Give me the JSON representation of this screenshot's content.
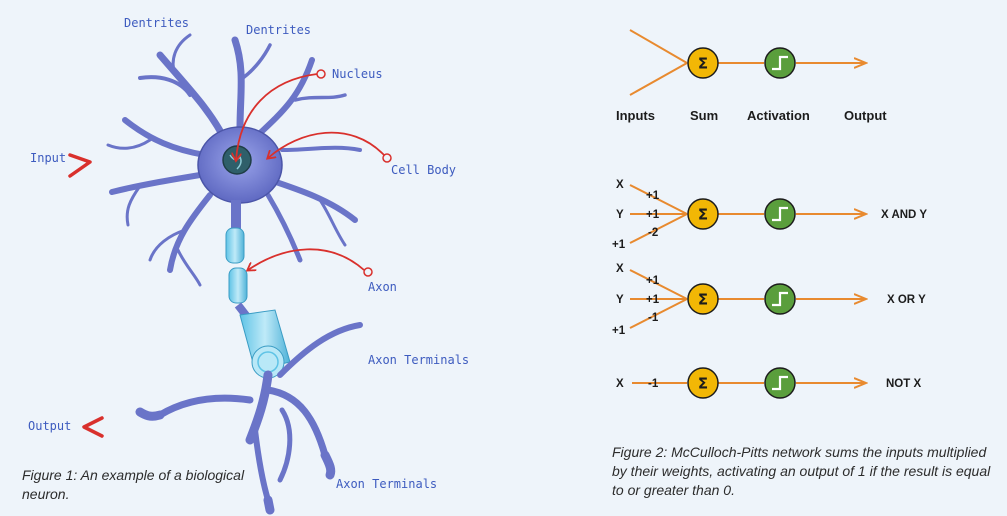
{
  "neuron": {
    "labels": {
      "dendrites_1": "Dentrites",
      "dendrites_2": "Dentrites",
      "nucleus": "Nucleus",
      "cell_body": "Cell Body",
      "axon": "Axon",
      "axon_terminals_1": "Axon Terminals",
      "axon_terminals_2": "Axon Terminals",
      "input": "Input",
      "output": "Output"
    },
    "caption": "Figure 1: An example of a biological neuron."
  },
  "network": {
    "header": {
      "inputs": "Inputs",
      "sum": "Sum",
      "activation": "Activation",
      "output": "Output"
    },
    "sum_symbol": "Σ",
    "gates": [
      {
        "inputs": [
          "X",
          "Y",
          "+1"
        ],
        "weights": [
          "+1",
          "+1",
          "-2"
        ],
        "output": "X AND Y"
      },
      {
        "inputs": [
          "X",
          "Y",
          "+1"
        ],
        "weights": [
          "+1",
          "+1",
          "-1"
        ],
        "output": "X OR Y"
      },
      {
        "inputs": [
          "X"
        ],
        "weights": [
          "-1"
        ],
        "output": "NOT X"
      }
    ],
    "caption": "Figure 2: McCulloch-Pitts network sums the inputs multiplied by their weights, activating an output of 1 if the result is equal to or greater than 0."
  },
  "colors": {
    "sum_node": "#f2b705",
    "activation_node": "#5a9e3c",
    "arrow": "#e88a2f",
    "annotation": "#d9302c",
    "neuron_body": "#7b86d6"
  }
}
